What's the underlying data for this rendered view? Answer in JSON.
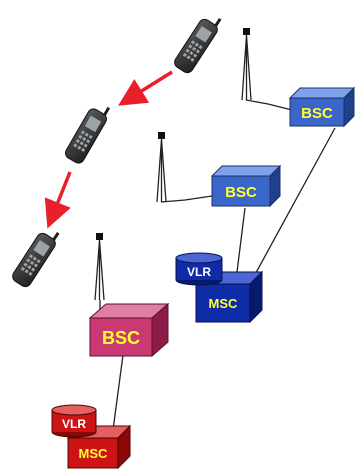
{
  "colors": {
    "arrow": "#e8202a",
    "blue_face": "#3a66c9",
    "blue_top": "#7ea2ea",
    "blue_side": "#1f3f8f",
    "navy_face": "#0f2ca8",
    "navy_top": "#4d66d6",
    "navy_side": "#081a6e",
    "pink_face": "#c93a72",
    "pink_top": "#e07ea3",
    "pink_side": "#8c1c47",
    "red_face": "#cc1414",
    "red_top": "#e76060",
    "red_side": "#8a0808",
    "label_yellow": "#ffff33",
    "label_white": "#ffffff",
    "line": "#222222",
    "phone": "#2b2b2b"
  },
  "boxes": {
    "bsc_top": "BSC",
    "bsc_middle": "BSC",
    "bsc_bottom": "BSC",
    "msc_blue": "MSC",
    "vlr_blue": "VLR",
    "msc_red": "MSC",
    "vlr_red": "VLR"
  },
  "icons": {
    "phone": "mobile-phone-icon",
    "antenna": "antenna-tower-icon",
    "arrow": "handover-arrow"
  }
}
